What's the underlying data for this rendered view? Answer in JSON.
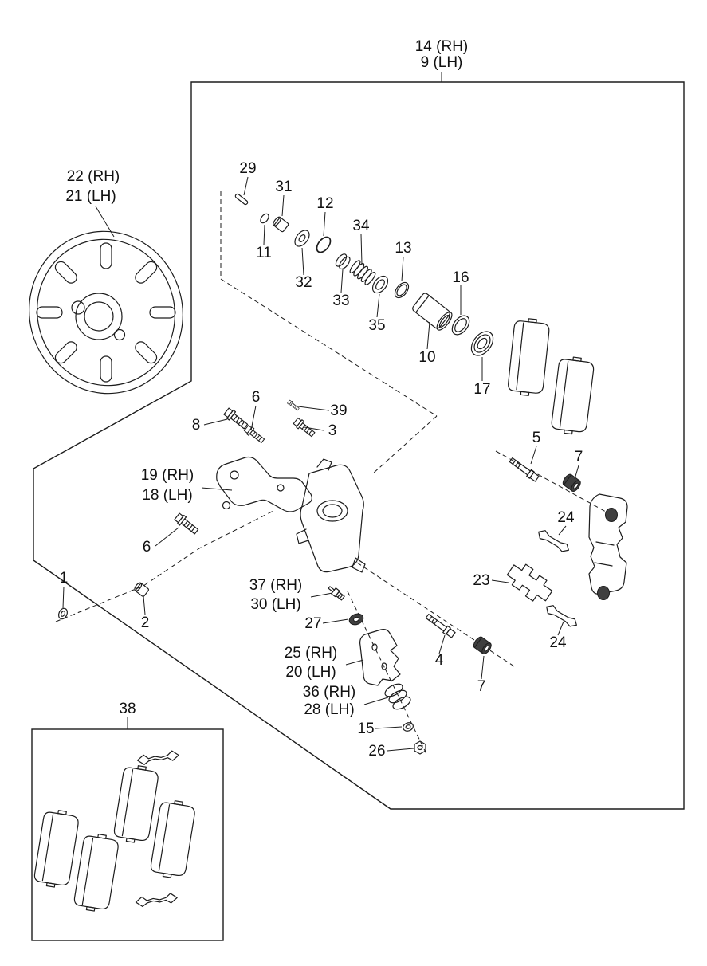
{
  "figure": {
    "type": "exploded-parts-diagram",
    "subject": "Rear brake caliper, pads and dust shield assembly",
    "colors": {
      "line": "#1c1c1c",
      "background": "#ffffff"
    }
  },
  "callouts": {
    "assembly_rh": "14 (RH)",
    "assembly_lh": "9 (LH)",
    "shield_rh": "22 (RH)",
    "shield_lh": "21 (LH)",
    "n29": "29",
    "n31": "31",
    "n11": "11",
    "n12": "12",
    "n32": "32",
    "n34": "34",
    "n33": "33",
    "n13": "13",
    "n35": "35",
    "n10": "10",
    "n16": "16",
    "n17": "17",
    "n8": "8",
    "n6_upper": "6",
    "n39": "39",
    "n3": "3",
    "carrier_rh": "19 (RH)",
    "carrier_lh": "18 (LH)",
    "n6_lower": "6",
    "n1": "1",
    "n2": "2",
    "bleeder_rh": "37 (RH)",
    "bleeder_lh": "30 (LH)",
    "n27": "27",
    "pad_rh": "25 (RH)",
    "pad_lh": "20 (LH)",
    "spring_rh": "36 (RH)",
    "spring_lh": "28 (LH)",
    "n15": "15",
    "n26": "26",
    "n4": "4",
    "n7_lower": "7",
    "n5": "5",
    "n7_upper": "7",
    "n24_upper": "24",
    "n23": "23",
    "n24_lower": "24",
    "n38": "38"
  }
}
